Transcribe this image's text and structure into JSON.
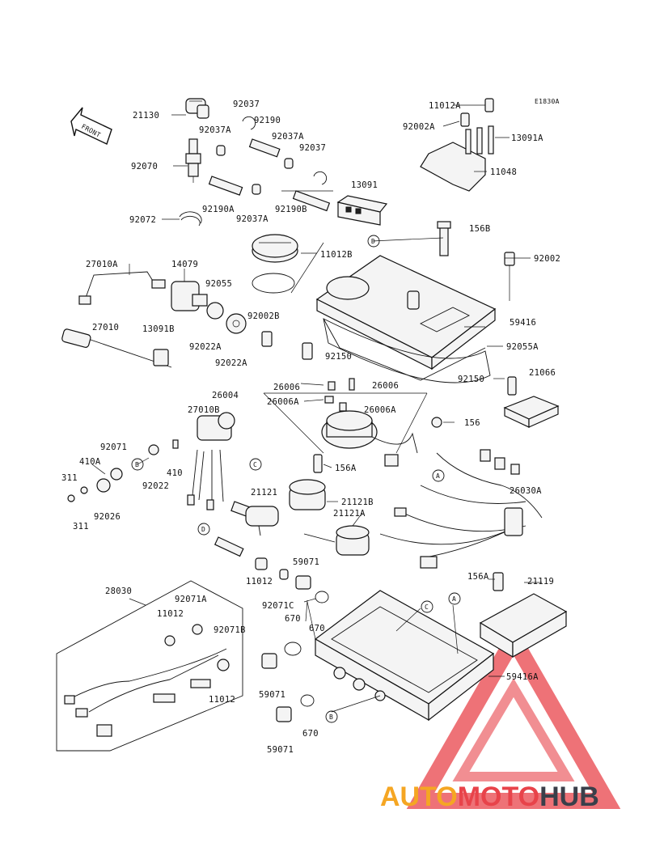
{
  "diagram_code": "E1830A",
  "front_label": "FRONT",
  "watermark": {
    "part1": "AUTO",
    "part2": "MOTO",
    "part3": "HUB",
    "color_orange": "#f5a623",
    "color_red": "#e8434a",
    "color_dark": "#3a3f4a"
  },
  "labels": {
    "l21130": "21130",
    "l92070": "92070",
    "l92072": "92072",
    "l92037": "92037",
    "l92190": "92190",
    "l92037A_1": "92037A",
    "l92037A_2": "92037A",
    "l92037_2": "92037",
    "l92190A": "92190A",
    "l92037A_3": "92037A",
    "l92190B": "92190B",
    "l13091": "13091",
    "lD_circle_1": "D",
    "l11012B": "11012B",
    "l11012A": "11012A",
    "l92002A": "92002A",
    "l13091A": "13091A",
    "l11048": "11048",
    "l156B": "156B",
    "l92002": "92002",
    "l27010A": "27010A",
    "l14079": "14079",
    "l92055": "92055",
    "l27010": "27010",
    "l13091B": "13091B",
    "l92002B": "92002B",
    "l92022A_1": "92022A",
    "l92022A_2": "92022A",
    "l59416": "59416",
    "l92150_1": "92150",
    "l92055A": "92055A",
    "l26006_1": "26006",
    "l26006_2": "26006",
    "l26004": "26004",
    "l26006A_1": "26006A",
    "l26006A_2": "26006A",
    "l92150_2": "92150",
    "l21066": "21066",
    "l27010B": "27010B",
    "l156": "156",
    "l92071": "92071",
    "l410A": "410A",
    "l311_1": "311",
    "l311_2": "311",
    "l92026": "92026",
    "l92022": "92022",
    "l410": "410",
    "lB_circle_1": "B",
    "lC_circle_1": "C",
    "l156A_1": "156A",
    "l21121": "21121",
    "l21121B": "21121B",
    "l21121A": "21121A",
    "lA_circle_1": "A",
    "l26030A": "26030A",
    "lD_circle_2": "D",
    "l11012_1": "11012",
    "l59071_1": "59071",
    "l92071C": "92071C",
    "l670_1": "670",
    "l670_2": "670",
    "l156A_2": "156A",
    "l21119": "21119",
    "l28030": "28030",
    "l92071A": "92071A",
    "l11012_2": "11012",
    "l92071B": "92071B",
    "l11012_3": "11012",
    "lC_circle_2": "C",
    "lA_circle_2": "A",
    "lB_circle_2": "B",
    "l59071_2": "59071",
    "l670_3": "670",
    "l59071_3": "59071",
    "l59416A": "59416A"
  }
}
